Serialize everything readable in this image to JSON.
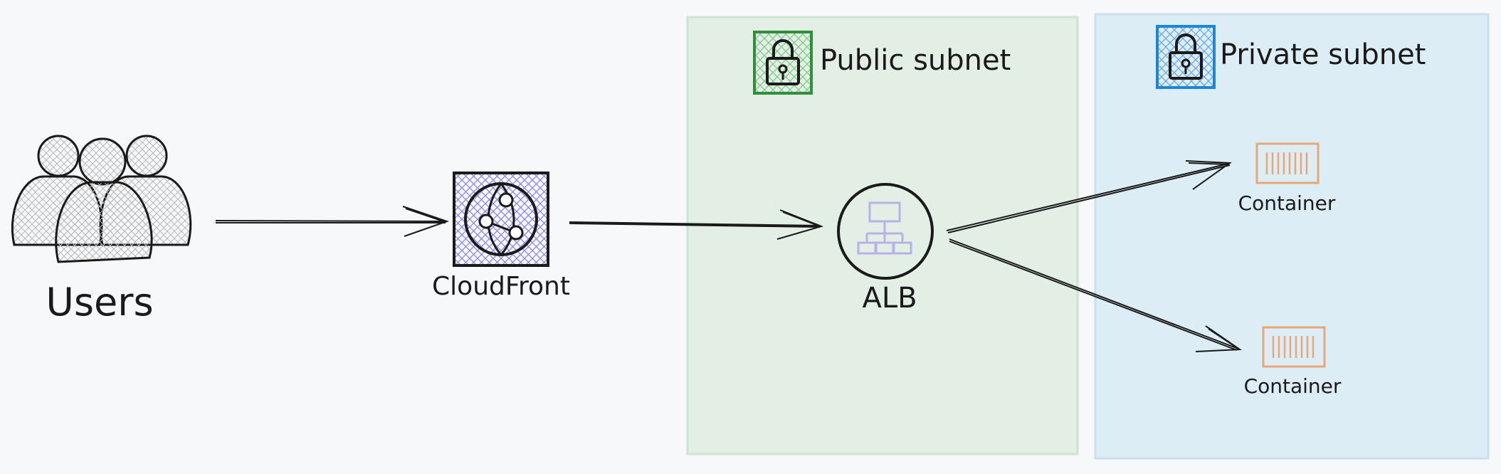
{
  "diagram": {
    "nodes": [
      {
        "id": "users",
        "label": "Users",
        "icon": "users-icon"
      },
      {
        "id": "cloudfront",
        "label": "CloudFront",
        "icon": "cloudfront-icon"
      },
      {
        "id": "alb",
        "label": "ALB",
        "icon": "load-balancer-icon"
      },
      {
        "id": "container1",
        "label": "Container",
        "icon": "container-icon"
      },
      {
        "id": "container2",
        "label": "Container",
        "icon": "container-icon"
      }
    ],
    "groups": [
      {
        "id": "public-subnet",
        "label": "Public subnet",
        "icon": "lock-icon",
        "color": "#2f8f3a",
        "fill": "#e3eee4"
      },
      {
        "id": "private-subnet",
        "label": "Private subnet",
        "icon": "lock-icon",
        "color": "#1d86d8",
        "fill": "#ddedf6"
      }
    ],
    "edges": [
      {
        "from": "users",
        "to": "cloudfront"
      },
      {
        "from": "cloudfront",
        "to": "alb"
      },
      {
        "from": "alb",
        "to": "container1"
      },
      {
        "from": "alb",
        "to": "container2"
      }
    ]
  },
  "colors": {
    "background": "#f7f8fa",
    "stroke": "#1a1a1a",
    "cloudfront_hatch": "#7b73e8",
    "alb_icon": "#b7b3e6",
    "container": "#e6a877"
  }
}
